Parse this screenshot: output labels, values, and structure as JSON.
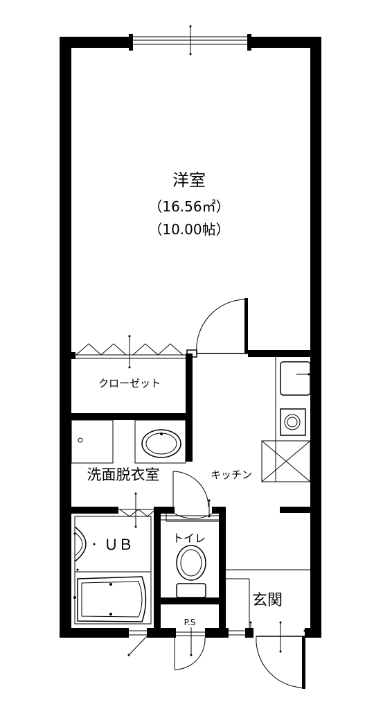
{
  "rooms": {
    "western_room": {
      "name": "洋室",
      "area_sqm": "（16.56㎡）",
      "area_jo": "（10.00帖）"
    },
    "closet": "クローゼット",
    "washroom": "洗面脱衣室",
    "kitchen": "キッチン",
    "bath": "ＵＢ",
    "toilet": "トイレ",
    "pipe_space": "P.S",
    "entrance": "玄関"
  },
  "colors": {
    "wall": "#000000",
    "background": "#ffffff"
  }
}
